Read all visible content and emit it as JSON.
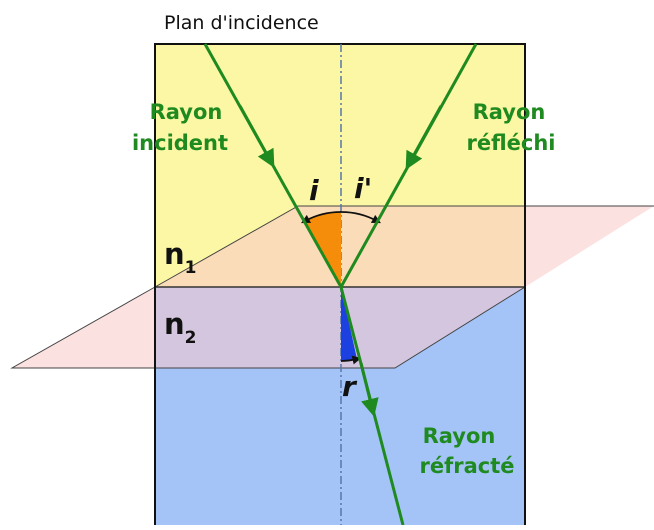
{
  "title": "Plan d'incidence",
  "rays": {
    "incident": {
      "line1": "Rayon",
      "line2": "incident"
    },
    "reflected": {
      "line1": "Rayon",
      "line2": "réfléchi"
    },
    "refracted": {
      "line1": "Rayon",
      "line2": "réfracté"
    }
  },
  "media": {
    "n1": {
      "symbol": "n",
      "index": "1"
    },
    "n2": {
      "symbol": "n",
      "index": "2"
    }
  },
  "angles": {
    "incidence": "i",
    "reflection": "i'",
    "refraction": "r"
  },
  "colors": {
    "upper_medium": "#fbf7a4",
    "lower_medium": "#a4c4f8",
    "interface_plane": "#f9c9c9",
    "ray": "#1f8a1f",
    "incidence_angle_fill": "#f58c0a",
    "refraction_angle_fill": "#1d40e0",
    "normal_line": "#5577aa"
  }
}
